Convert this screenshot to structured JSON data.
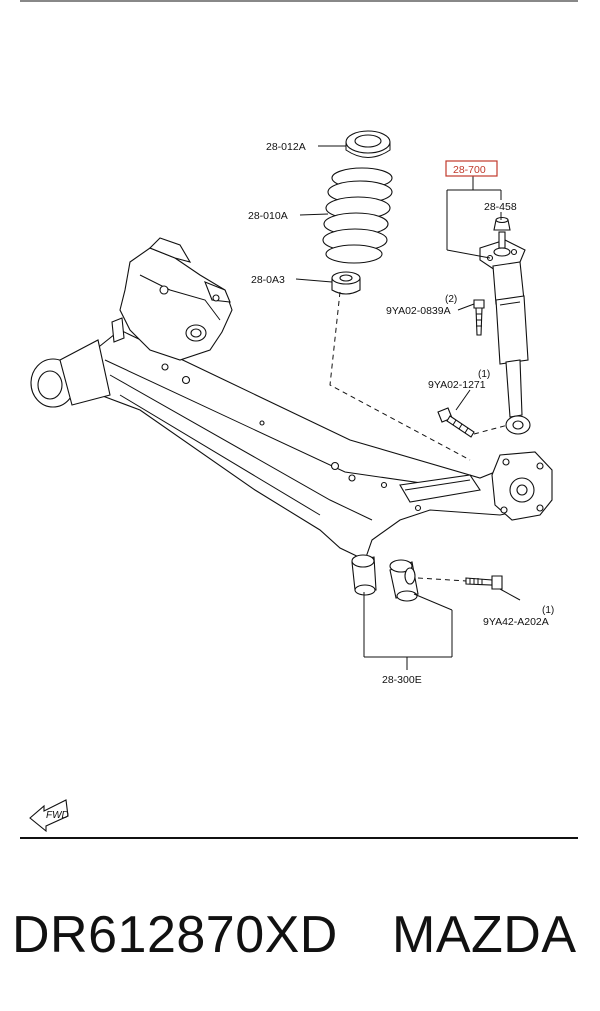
{
  "callouts": [
    {
      "id": "coil-spring-seat",
      "label": "28-012A"
    },
    {
      "id": "coil-spring",
      "label": "28-010A"
    },
    {
      "id": "spring-insulator",
      "label": "28-0A3"
    },
    {
      "id": "shock-absorber",
      "label": "28-700",
      "highlight": true
    },
    {
      "id": "shock-nut",
      "label": "28-458"
    },
    {
      "id": "upper-bolt",
      "label": "9YA02-0839A",
      "qty": "(2)"
    },
    {
      "id": "lower-bolt",
      "label": "9YA02-1271",
      "qty": "(1)"
    },
    {
      "id": "bushing-bolt",
      "label": "9YA42-A202A",
      "qty": "(1)"
    },
    {
      "id": "trailing-bushing",
      "label": "28-300E"
    }
  ],
  "fwd_label": "FWD",
  "footer": {
    "part_number": "DR612870XD",
    "brand": "MAZDA"
  },
  "colors": {
    "highlight": "#c0392b",
    "line": "#111111"
  }
}
